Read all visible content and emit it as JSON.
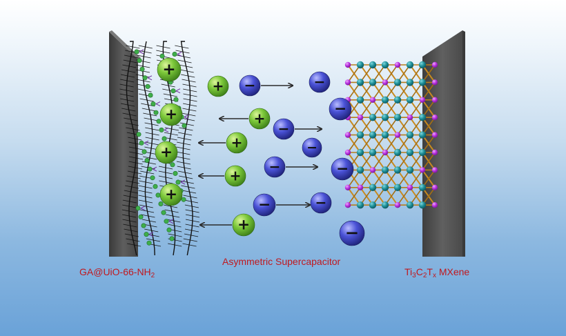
{
  "labels": {
    "left_main": "GA@UiO-66-NH",
    "left_sub": "2",
    "center": "Asymmetric Supercapacitor",
    "right_ti": "Ti",
    "right_sub1": "3",
    "right_c": "C",
    "right_sub2": "2",
    "right_t": "T",
    "right_sub3": "x",
    "right_rest": " MXene"
  },
  "ion_signs": {
    "cation": "+",
    "anion": "−"
  },
  "colors": {
    "label_red": "#c0181e",
    "electrode_gray": "#575757",
    "cation_green": "#6cbf2e",
    "anion_blue": "#3f46c8",
    "mxene_teal": "#1b8c95",
    "mxene_purple": "#b52fdc",
    "mxene_orange": "#c88a1e"
  }
}
